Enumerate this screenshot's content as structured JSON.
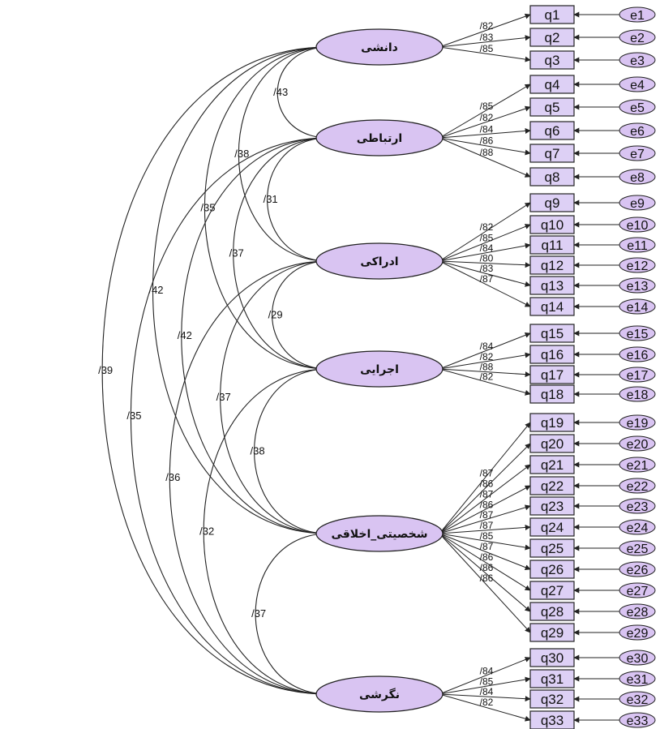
{
  "colors": {
    "latent_fill": "#d9c4f2",
    "box_fill": "#ddd0f5",
    "error_fill": "#d9c4f2",
    "stroke": "#222222"
  },
  "latents": [
    {
      "id": "L1",
      "label": "دانشی"
    },
    {
      "id": "L2",
      "label": "ارتباطی"
    },
    {
      "id": "L3",
      "label": "ادراکی"
    },
    {
      "id": "L4",
      "label": "اجرایی"
    },
    {
      "id": "L5",
      "label": "شخصیتی_اخلاقی"
    },
    {
      "id": "L6",
      "label": "نگرشی"
    }
  ],
  "observed": [
    {
      "label": "q1",
      "error": "e1",
      "latent": 0,
      "loading": "/82"
    },
    {
      "label": "q2",
      "error": "e2",
      "latent": 0,
      "loading": "/83"
    },
    {
      "label": "q3",
      "error": "e3",
      "latent": 0,
      "loading": "/85"
    },
    {
      "label": "q4",
      "error": "e4",
      "latent": 1,
      "loading": "/85"
    },
    {
      "label": "q5",
      "error": "e5",
      "latent": 1,
      "loading": "/82"
    },
    {
      "label": "q6",
      "error": "e6",
      "latent": 1,
      "loading": "/84"
    },
    {
      "label": "q7",
      "error": "e7",
      "latent": 1,
      "loading": "/86"
    },
    {
      "label": "q8",
      "error": "e8",
      "latent": 1,
      "loading": "/88"
    },
    {
      "label": "q9",
      "error": "e9",
      "latent": 2,
      "loading": "/82"
    },
    {
      "label": "q10",
      "error": "e10",
      "latent": 2,
      "loading": "/85"
    },
    {
      "label": "q11",
      "error": "e11",
      "latent": 2,
      "loading": "/84"
    },
    {
      "label": "q12",
      "error": "e12",
      "latent": 2,
      "loading": "/80"
    },
    {
      "label": "q13",
      "error": "e13",
      "latent": 2,
      "loading": "/83"
    },
    {
      "label": "q14",
      "error": "e14",
      "latent": 2,
      "loading": "/87"
    },
    {
      "label": "q15",
      "error": "e15",
      "latent": 3,
      "loading": "/84"
    },
    {
      "label": "q16",
      "error": "e16",
      "latent": 3,
      "loading": "/82"
    },
    {
      "label": "q17",
      "error": "e17",
      "latent": 3,
      "loading": "/88"
    },
    {
      "label": "q18",
      "error": "e18",
      "latent": 3,
      "loading": "/82"
    },
    {
      "label": "q19",
      "error": "e19",
      "latent": 4,
      "loading": "/87"
    },
    {
      "label": "q20",
      "error": "e20",
      "latent": 4,
      "loading": "/86"
    },
    {
      "label": "q21",
      "error": "e21",
      "latent": 4,
      "loading": "/87"
    },
    {
      "label": "q22",
      "error": "e22",
      "latent": 4,
      "loading": "/86"
    },
    {
      "label": "q23",
      "error": "e23",
      "latent": 4,
      "loading": "/87"
    },
    {
      "label": "q24",
      "error": "e24",
      "latent": 4,
      "loading": "/87"
    },
    {
      "label": "q25",
      "error": "e25",
      "latent": 4,
      "loading": "/85"
    },
    {
      "label": "q26",
      "error": "e26",
      "latent": 4,
      "loading": "/87"
    },
    {
      "label": "q27",
      "error": "e27",
      "latent": 4,
      "loading": "/86"
    },
    {
      "label": "q28",
      "error": "e28",
      "latent": 4,
      "loading": "/86"
    },
    {
      "label": "q29",
      "error": "e29",
      "latent": 4,
      "loading": "/86"
    },
    {
      "label": "q30",
      "error": "e30",
      "latent": 5,
      "loading": "/84"
    },
    {
      "label": "q31",
      "error": "e31",
      "latent": 5,
      "loading": "/85"
    },
    {
      "label": "q32",
      "error": "e32",
      "latent": 5,
      "loading": "/84"
    },
    {
      "label": "q33",
      "error": "e33",
      "latent": 5,
      "loading": "/82"
    }
  ],
  "correlations": [
    {
      "from": 0,
      "to": 1,
      "value": "/43"
    },
    {
      "from": 0,
      "to": 2,
      "value": "/38"
    },
    {
      "from": 1,
      "to": 2,
      "value": "/31"
    },
    {
      "from": 0,
      "to": 3,
      "value": "/35"
    },
    {
      "from": 1,
      "to": 3,
      "value": "/37"
    },
    {
      "from": 2,
      "to": 3,
      "value": "/29"
    },
    {
      "from": 0,
      "to": 4,
      "value": "/42"
    },
    {
      "from": 1,
      "to": 4,
      "value": "/42"
    },
    {
      "from": 2,
      "to": 4,
      "value": "/37"
    },
    {
      "from": 3,
      "to": 4,
      "value": "/38"
    },
    {
      "from": 0,
      "to": 5,
      "value": "/39"
    },
    {
      "from": 1,
      "to": 5,
      "value": "/35"
    },
    {
      "from": 2,
      "to": 5,
      "value": "/36"
    },
    {
      "from": 3,
      "to": 5,
      "value": "/32"
    },
    {
      "from": 4,
      "to": 5,
      "value": "/37"
    }
  ]
}
